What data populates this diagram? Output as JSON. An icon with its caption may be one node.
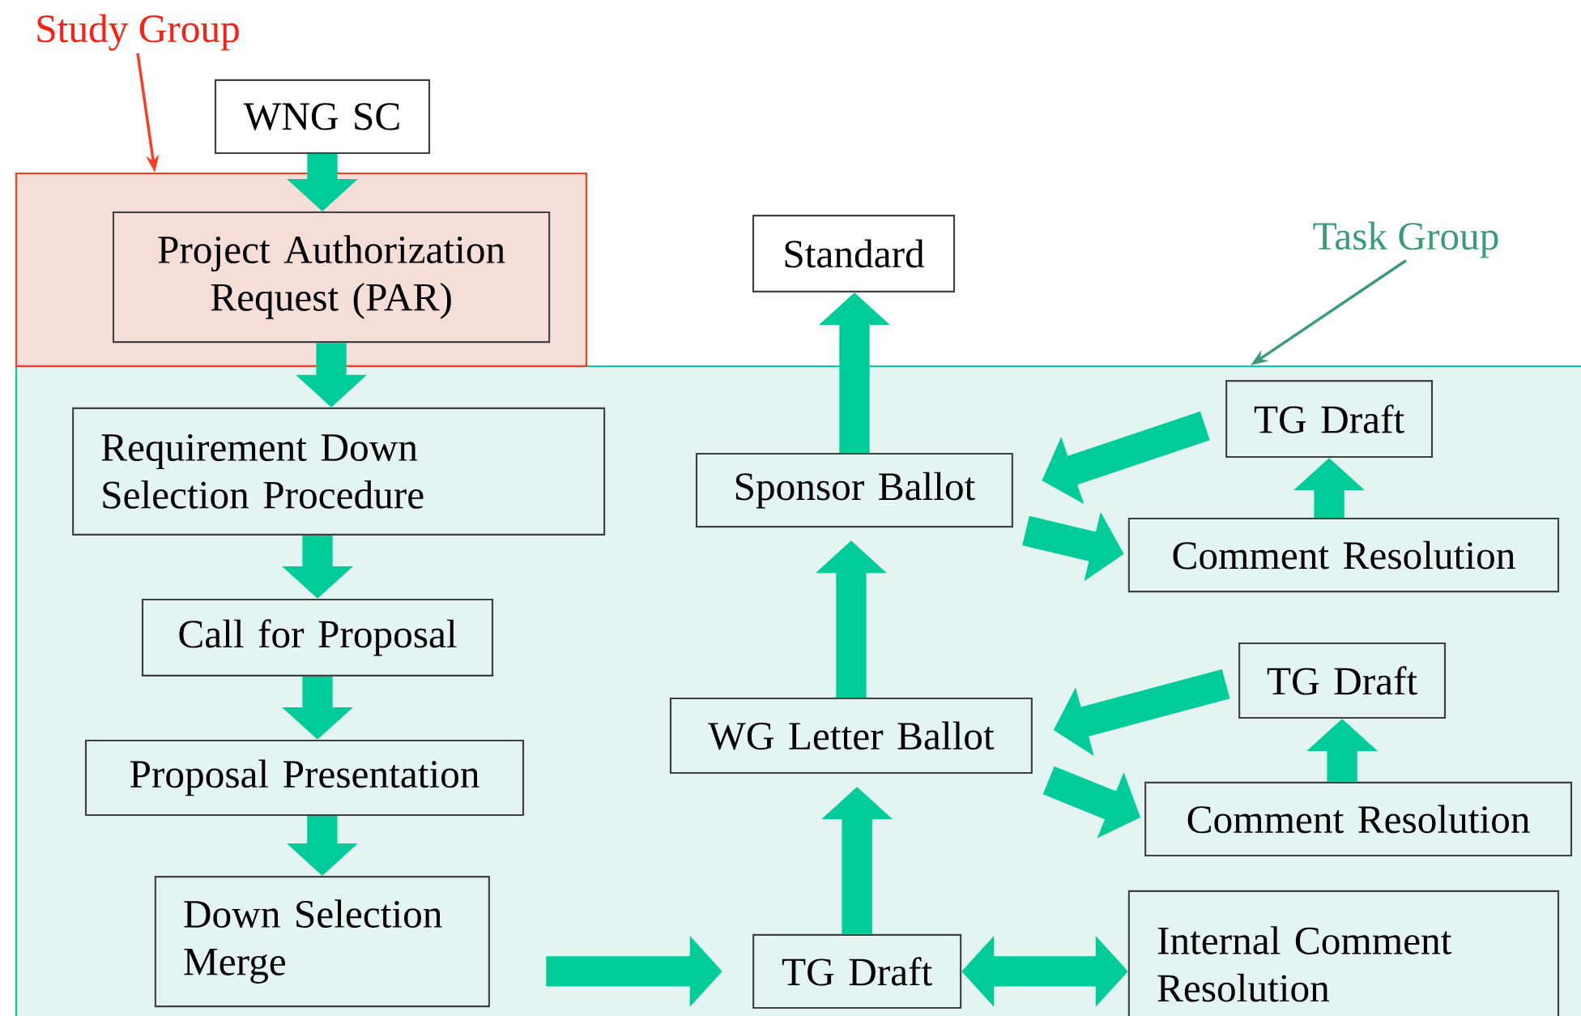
{
  "diagram": {
    "nodes": [
      {
        "text": [
          "Study Group"
        ]
      },
      {
        "text": [],
        "shape": "box"
      },
      {
        "text": [
          "WNG SC"
        ]
      },
      {
        "text": [
          "Project Authorization Request (PAR)"
        ],
        "in": 1
      },
      {
        "text": [
          "Standard"
        ]
      },
      {
        "text": [
          "Task Group"
        ]
      },
      {
        "text": [],
        "shape": "box"
      },
      {
        "text": [
          "Requirement Down Selection Procedure"
        ],
        "in": 6
      },
      {
        "text": [
          "Sponsor Ballot"
        ],
        "in": 6
      },
      {
        "text": [
          "TG Draft"
        ],
        "in": 6
      },
      {
        "text": [
          "Comment Resolution"
        ],
        "in": 6
      },
      {
        "text": [
          "Call for Proposal"
        ],
        "in": 6
      },
      {
        "text": [
          "WG Letter Ballot"
        ],
        "in": 6
      },
      {
        "text": [
          "TG Draft"
        ],
        "in": 6
      },
      {
        "text": [
          "Comment Resolution"
        ],
        "in": 6
      },
      {
        "text": [
          "Proposal Presentation"
        ],
        "in": 6
      },
      {
        "text": [
          "Down Selection Merge"
        ],
        "in": 6
      },
      {
        "text": [
          "TG Draft"
        ],
        "in": 6
      },
      {
        "text": [
          "Internal Comment Resolution"
        ],
        "in": 6
      }
    ],
    "edges": [
      {
        "from": 0,
        "to": 1,
        "arrow": "to",
        "color": "#ff3b1f"
      },
      {
        "from": 5,
        "to": 6,
        "arrow": "to",
        "color": "#3a9a7a"
      },
      {
        "from": 2,
        "to": 3,
        "arrow": "to"
      },
      {
        "from": 3,
        "to": 7,
        "arrow": "to"
      },
      {
        "from": 7,
        "to": 11,
        "arrow": "to"
      },
      {
        "from": 11,
        "to": 15,
        "arrow": "to"
      },
      {
        "from": 15,
        "to": 16,
        "arrow": "to"
      },
      {
        "from": 16,
        "to": 17,
        "arrow": "to"
      },
      {
        "from": 17,
        "to": 18,
        "arrow": "both"
      },
      {
        "from": 17,
        "to": 12,
        "arrow": "to"
      },
      {
        "from": 12,
        "to": 14,
        "arrow": "to"
      },
      {
        "from": 14,
        "to": 13,
        "arrow": "to"
      },
      {
        "from": 13,
        "to": 12,
        "arrow": "to"
      },
      {
        "from": 12,
        "to": 8,
        "arrow": "to"
      },
      {
        "from": 8,
        "to": 10,
        "arrow": "to"
      },
      {
        "from": 10,
        "to": 9,
        "arrow": "to"
      },
      {
        "from": 9,
        "to": 8,
        "arrow": "to"
      },
      {
        "from": 8,
        "to": 4,
        "arrow": "to"
      }
    ]
  }
}
